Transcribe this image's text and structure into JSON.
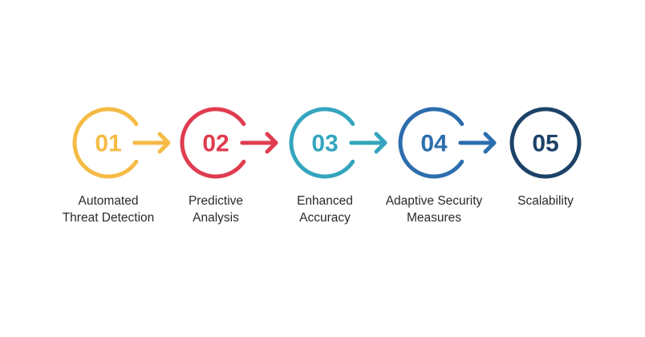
{
  "steps": [
    {
      "number": "01",
      "label": "Automated\nThreat Detection",
      "color": "#F5BB45",
      "icon": "arrow-right-icon"
    },
    {
      "number": "02",
      "label": "Predictive\nAnalysis",
      "color": "#E03C4F",
      "icon": "arrow-right-icon"
    },
    {
      "number": "03",
      "label": "Enhanced\nAccuracy",
      "color": "#34A5BE",
      "icon": "arrow-right-icon"
    },
    {
      "number": "04",
      "label": "Adaptive Security\nMeasures",
      "color": "#2C6DAD",
      "icon": "arrow-right-icon"
    },
    {
      "number": "05",
      "label": "Scalability",
      "color": "#1C4267",
      "icon": ""
    }
  ]
}
